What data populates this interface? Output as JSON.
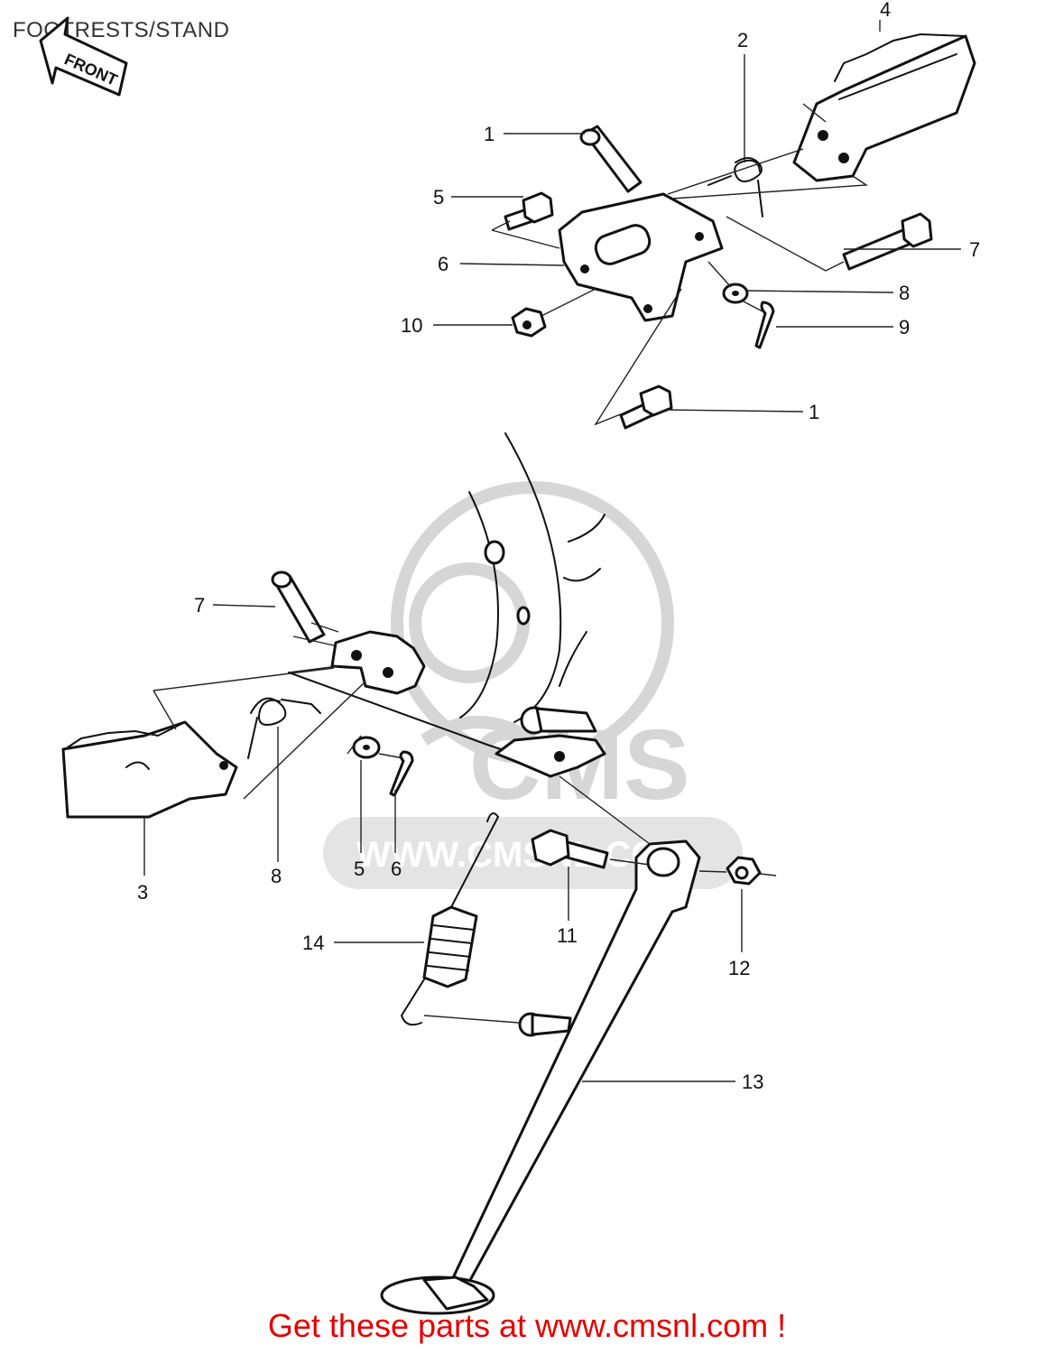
{
  "title": "FOOTRESTS/STAND",
  "front_label": "FRONT",
  "watermark": {
    "domain": "WWW.CMSNL.COM",
    "logo": "CMS"
  },
  "callouts": [
    "1",
    "2",
    "4",
    "5",
    "6",
    "7",
    "8",
    "9",
    "10",
    "1",
    "7",
    "3",
    "8",
    "5",
    "6",
    "11",
    "12",
    "14",
    "13"
  ],
  "footer": "Get these parts at www.cmsnl.com !"
}
